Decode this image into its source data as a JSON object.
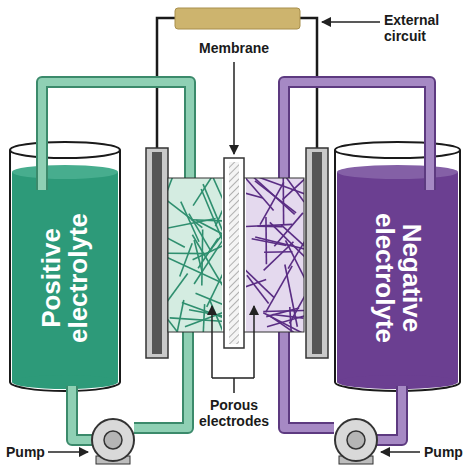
{
  "diagram": {
    "nodes": [
      {
        "text": [
          "Positive electrolyte"
        ]
      },
      {
        "text": [
          "Negative electrolyte"
        ]
      }
    ],
    "labels": [
      "External circuit",
      "Membrane",
      "Porous electrodes",
      "Pump",
      "Pump"
    ]
  }
}
